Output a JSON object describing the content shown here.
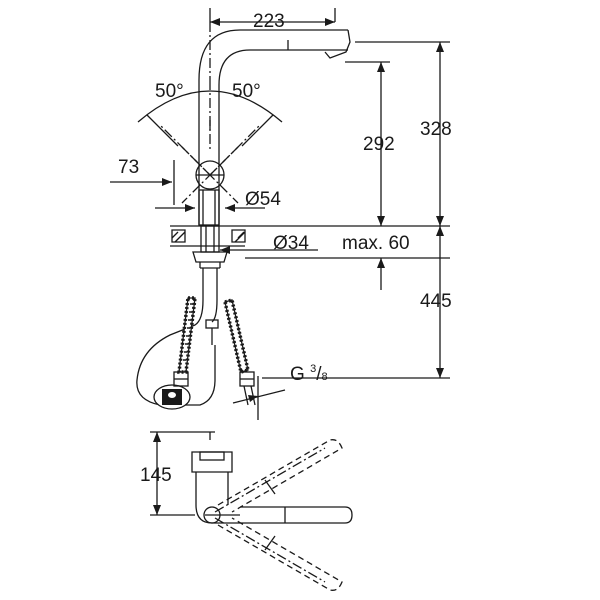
{
  "colors": {
    "ink": "#1a1a1a",
    "fill": "#ffffff",
    "shade": "#555555"
  },
  "dimensions": {
    "spout_reach": "223",
    "angle_left": "50°",
    "angle_right": "50°",
    "height_spout": "292",
    "height_total": "328",
    "offset": "73",
    "body_diameter": "Ø54",
    "hole_diameter": "Ø34",
    "max_thickness": "max. 60",
    "hose_length": "445",
    "thread_letter": "G",
    "thread_num": "3",
    "thread_sep": "/",
    "thread_den": "8",
    "top_view_depth": "145"
  }
}
